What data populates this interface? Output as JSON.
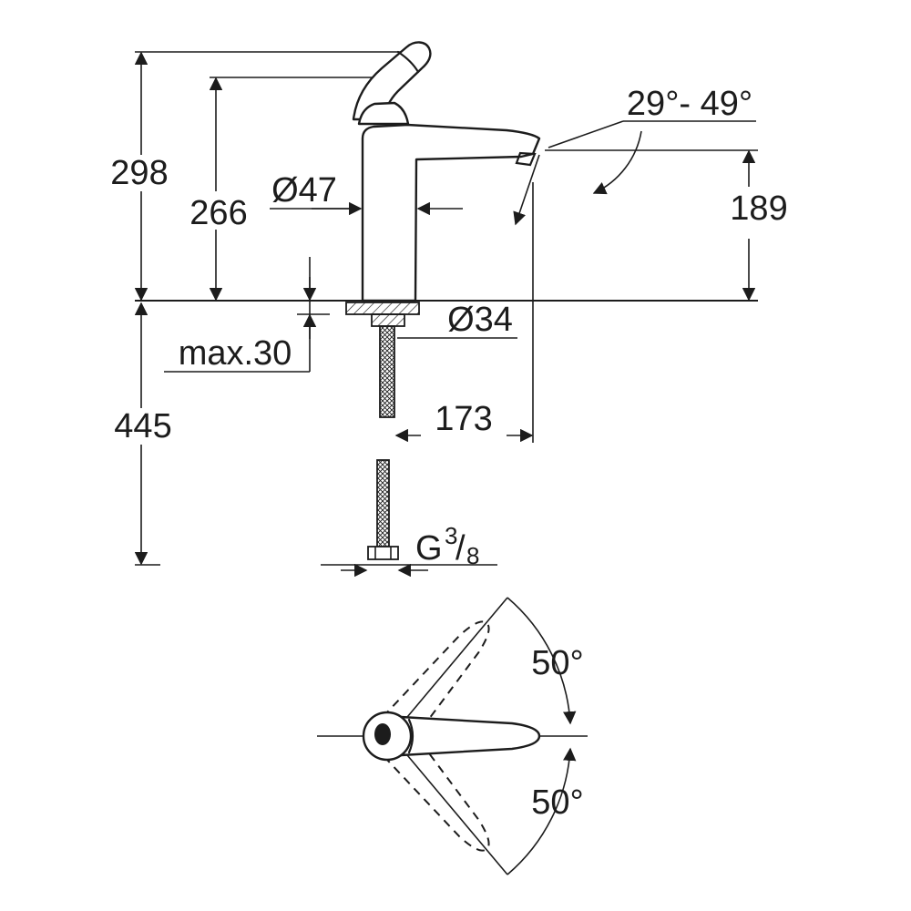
{
  "page": {
    "background": "#ffffff",
    "ink": "#1c1c1c"
  },
  "side_view": {
    "dim_overall_height": "298",
    "dim_body_height": "266",
    "dim_body_diameter": "Ø47",
    "dim_spout_angle": "29°- 49°",
    "dim_outlet_height": "189",
    "dim_max_deck_thickness": "max.30",
    "dim_hole_diameter": "Ø34",
    "dim_hose_length": "445",
    "dim_spout_reach": "173",
    "thread_prefix": "G",
    "thread_numerator": "3",
    "thread_slash": "/",
    "thread_denominator": "8"
  },
  "top_view": {
    "dim_swivel_up": "50°",
    "dim_swivel_down": "50°"
  }
}
